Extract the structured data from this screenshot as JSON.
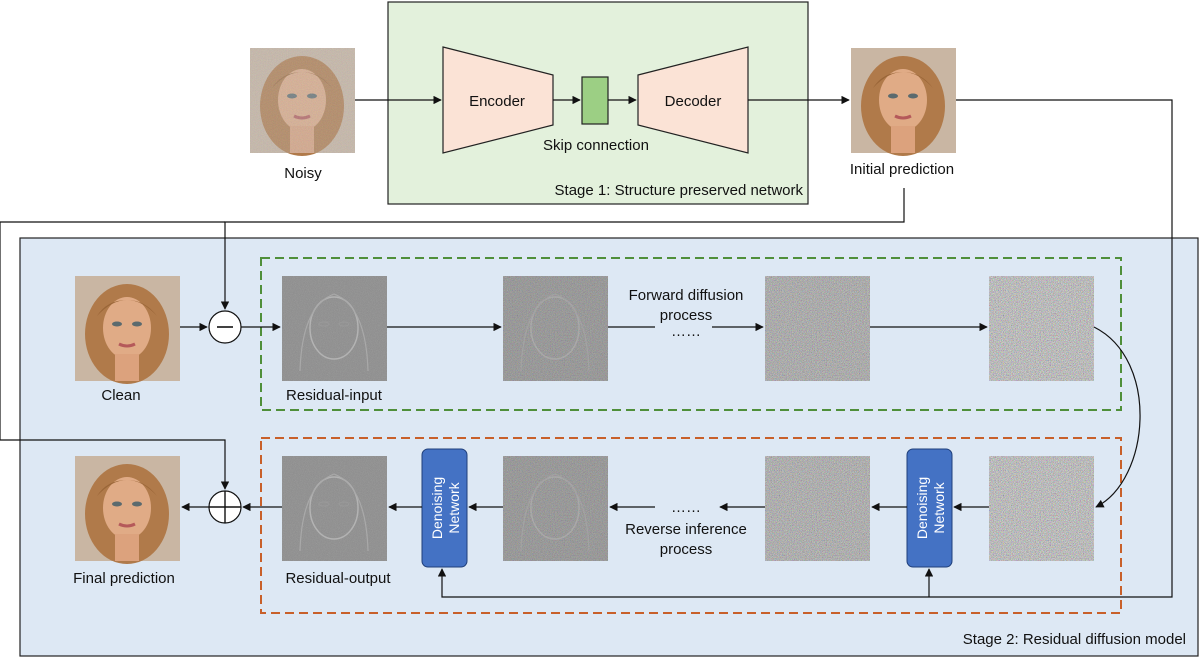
{
  "stage1": {
    "label": "Stage 1: Structure preserved network",
    "encoder": "Encoder",
    "decoder": "Decoder",
    "skip": "Skip connection"
  },
  "stage2": {
    "label": "Stage 2: Residual diffusion model",
    "forward_line1": "Forward diffusion",
    "forward_line2": "process",
    "forward_dots": "……",
    "reverse_dots": "……",
    "reverse_line1": "Reverse inference",
    "reverse_line2": "process",
    "denoise_line1": "Denoising",
    "denoise_line2": "Network"
  },
  "images": {
    "noisy": "Noisy",
    "initial": "Initial prediction",
    "clean": "Clean",
    "residual_input": "Residual-input",
    "final": "Final prediction",
    "residual_output": "Residual-output"
  },
  "colors": {
    "stage1_bg": "#e3f1dc",
    "stage2_bg": "#dde8f4",
    "encoder_fill": "#fbe3d6",
    "skip_fill": "#9ccf84",
    "green_dash": "#4f8f3a",
    "orange_dash": "#c8602a",
    "denoise_fill": "#4472c4",
    "skin": "#d9a37f",
    "hair": "#b07a4a",
    "noise_gray": "#8a8a8a"
  }
}
